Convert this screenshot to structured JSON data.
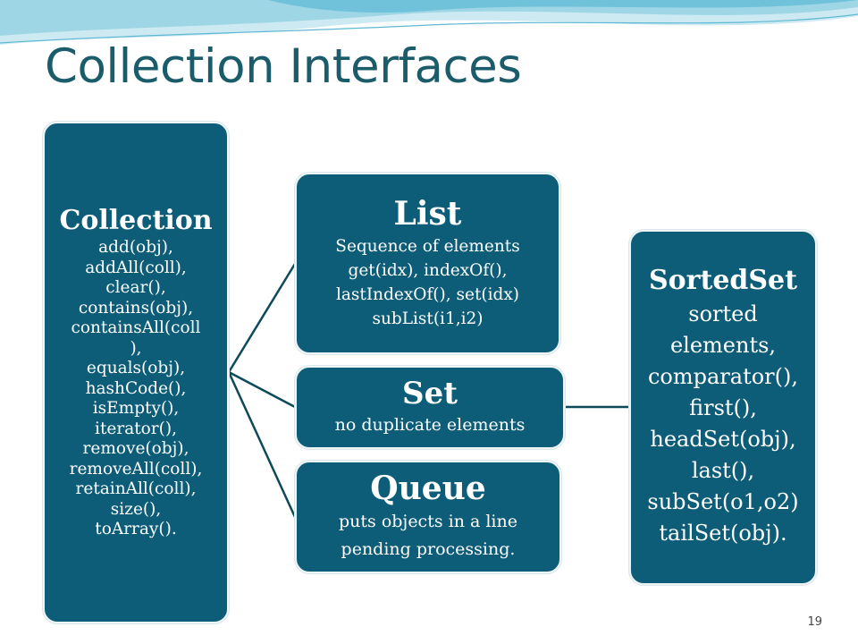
{
  "slide": {
    "title": "Collection Interfaces",
    "page_number": "19"
  },
  "colors": {
    "box_fill": "#0d5d78",
    "title_color": "#1b5c6b",
    "connector": "#0c4a5a"
  },
  "nodes": {
    "collection": {
      "title": "Collection",
      "lines": [
        "add(obj),",
        "addAll(coll),",
        "clear(),",
        "contains(obj),",
        "containsAll(coll",
        "),",
        "equals(obj),",
        "hashCode(),",
        "isEmpty(),",
        "iterator(),",
        "remove(obj),",
        "removeAll(coll),",
        "retainAll(coll),",
        "size(),",
        "toArray()."
      ]
    },
    "list": {
      "title": "List",
      "lines": [
        "Sequence of elements",
        "get(idx), indexOf(),",
        "lastIndexOf(), set(idx)",
        "subList(i1,i2)"
      ]
    },
    "set": {
      "title": "Set",
      "lines": [
        "no duplicate elements"
      ]
    },
    "queue": {
      "title": "Queue",
      "lines": [
        "puts objects in a line",
        "pending processing."
      ]
    },
    "sortedset": {
      "title": "SortedSet",
      "lines": [
        "sorted",
        "elements,",
        "comparator(),",
        "first(),",
        "headSet(obj),",
        "last(),",
        "subSet(o1,o2)",
        "tailSet(obj)."
      ]
    }
  }
}
